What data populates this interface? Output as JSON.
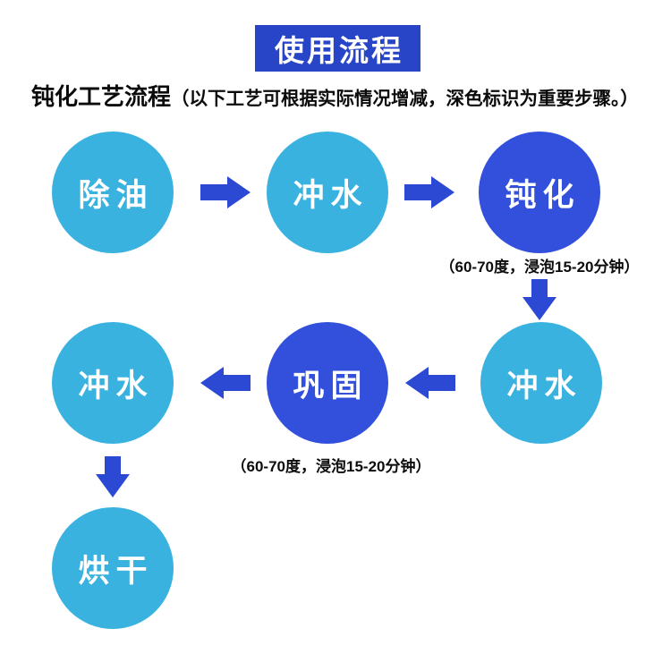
{
  "header": {
    "banner": "使用流程",
    "subtitle_heading": "钝化工艺流程",
    "subtitle_note": "（以下工艺可根据实际情况增减，深色标识为重要步骤。）"
  },
  "flow": {
    "row1": [
      {
        "label": "除油",
        "style": "light"
      },
      {
        "label": "冲水",
        "style": "light"
      },
      {
        "label": "钝化",
        "style": "dark",
        "note": "（60-70度，浸泡15-20分钟）"
      }
    ],
    "row2": [
      {
        "label": "冲水",
        "style": "light"
      },
      {
        "label": "巩固",
        "style": "dark",
        "note": "（60-70度，浸泡15-20分钟）"
      },
      {
        "label": "冲水",
        "style": "light"
      }
    ],
    "row3": [
      {
        "label": "烘干",
        "style": "light"
      }
    ]
  },
  "colors": {
    "banner_bg": "#2845c7",
    "light_circle": "#3ab2e0",
    "dark_circle": "#3350dc",
    "arrow": "#2c49d4",
    "text": "#0b0b0b",
    "circle_text": "#ffffff"
  }
}
